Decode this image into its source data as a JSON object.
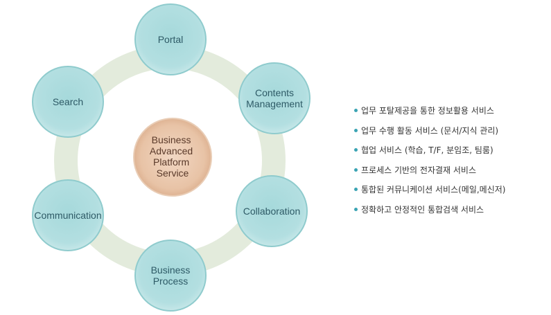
{
  "center": {
    "lines": [
      "Business",
      "Advanced",
      "Platform",
      "Service"
    ]
  },
  "nodes": [
    {
      "id": "portal",
      "lines": [
        "Portal"
      ]
    },
    {
      "id": "contents-management",
      "lines": [
        "Contents",
        "Management"
      ]
    },
    {
      "id": "collaboration",
      "lines": [
        "Collaboration"
      ]
    },
    {
      "id": "business-process",
      "lines": [
        "Business",
        "Process"
      ]
    },
    {
      "id": "communication",
      "lines": [
        "Communication"
      ]
    },
    {
      "id": "search",
      "lines": [
        "Search"
      ]
    }
  ],
  "features": [
    "업무 포탈제공을 통한 정보활용 서비스",
    "업무 수행 활동 서비스 (문서/지식 관리)",
    "협업 서비스 (학습, T/F, 분임조, 팀룸)",
    "프로세스 기반의 전자결재 서비스",
    "통합된 커뮤니케이션 서비스(메일,메신저)",
    "정확하고 안정적인 통합검색 서비스"
  ],
  "colors": {
    "ring": "#e3ebdc",
    "node_fill": "#bfe3e4",
    "node_stroke": "#8fcbcd",
    "node_text": "#2e5a66",
    "center_fill": "#e6c3a8",
    "center_text": "#5a3a2a",
    "bullet": "#3aa3b3"
  }
}
